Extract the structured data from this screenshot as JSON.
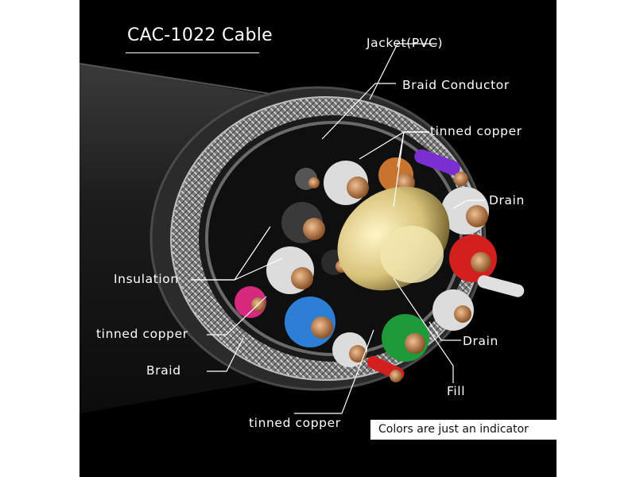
{
  "title": "CAC-1022 Cable",
  "labels": {
    "jacket": "Jacket(PVC)",
    "braid_conductor": "Braid Conductor",
    "tinned_copper_top": "tinned copper",
    "drain_top": "Drain",
    "insulation": "Insulation",
    "tinned_copper_left": "tinned copper",
    "braid": "Braid",
    "drain_bottom": "Drain",
    "fill": "Fill",
    "tinned_copper_bottom": "tinned copper"
  },
  "note": "Colors are just an indicator",
  "colors": {
    "background": "#000000",
    "jacket": "#2a2a2a",
    "braid": "#9a9a9a",
    "copper": "#c98a55",
    "fill": "#e8dca0",
    "wire_red": "#d41f1f",
    "wire_green": "#1e9a3a",
    "wire_blue": "#2d7fd6",
    "wire_magenta": "#d6297e",
    "wire_purple": "#7b2fd0",
    "wire_orange": "#c8732e"
  }
}
